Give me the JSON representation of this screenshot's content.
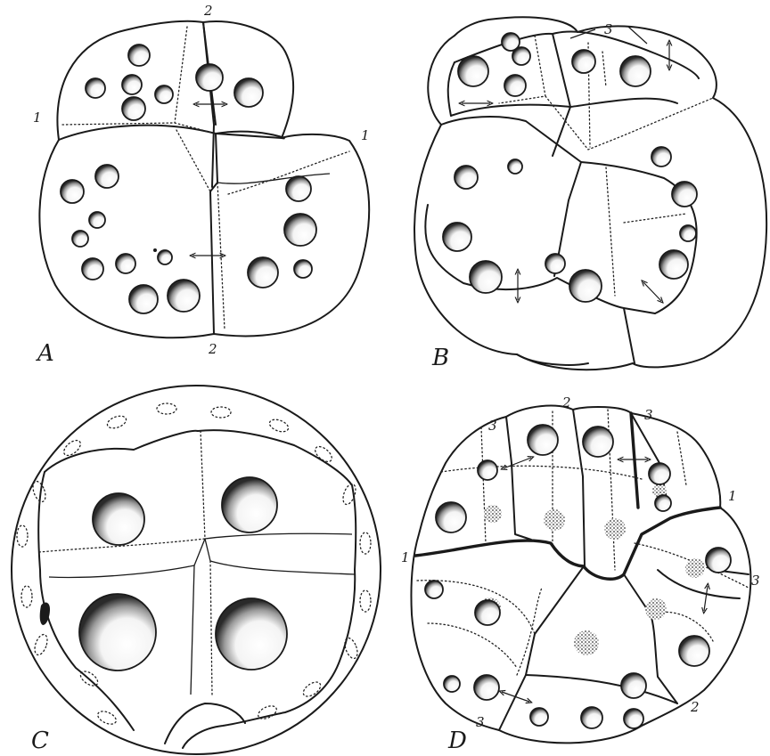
{
  "figures": [
    {
      "id": "A",
      "letter": "A",
      "cleavage_labels": [
        "2",
        "1",
        "1",
        "2"
      ]
    },
    {
      "id": "B",
      "letter": "B",
      "cleavage_labels": [
        "3"
      ]
    },
    {
      "id": "C",
      "letter": "C",
      "cleavage_labels": []
    },
    {
      "id": "D",
      "letter": "D",
      "cleavage_labels": [
        "3",
        "2",
        "3",
        "1",
        "1",
        "3",
        "3",
        "2"
      ]
    }
  ],
  "colors": {
    "ink": "#1a1a1a",
    "paper": "#ffffff"
  }
}
